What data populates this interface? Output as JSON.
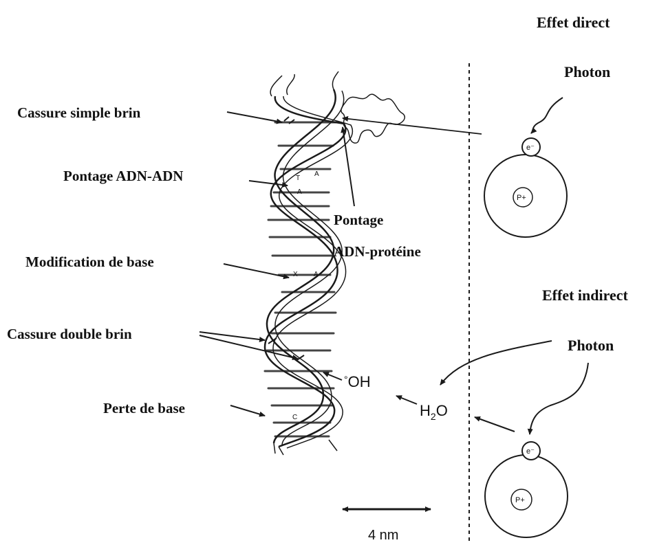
{
  "headings": {
    "direct": "Effet direct",
    "indirect": "Effet indirect"
  },
  "photon_direct": "Photon",
  "photon_indirect": "Photon",
  "labels": {
    "cassure_simple": "Cassure simple brin",
    "pontage_adn_adn": "Pontage ADN-ADN",
    "pontage_proteine_1": "Pontage",
    "pontage_proteine_2": "ADN-protéine",
    "modification_base": "Modification de base",
    "cassure_double": "Cassure double brin",
    "perte_base": "Perte de base"
  },
  "chemistry": {
    "oh_radical_dot": "°",
    "oh": "OH",
    "water_h": "H",
    "water_sub": "2",
    "water_o": "O"
  },
  "atoms": {
    "electron_direct": "e⁻",
    "proton_direct": "P+",
    "electron_indirect": "e⁻",
    "proton_indirect": "P+"
  },
  "bases": {
    "t": "T",
    "a1": "A",
    "a2": "A",
    "x": "X",
    "a3": "A",
    "c": "C"
  },
  "scale": {
    "label": "4 nm"
  },
  "colors": {
    "ink": "#1a1a1a",
    "background": "#ffffff"
  }
}
